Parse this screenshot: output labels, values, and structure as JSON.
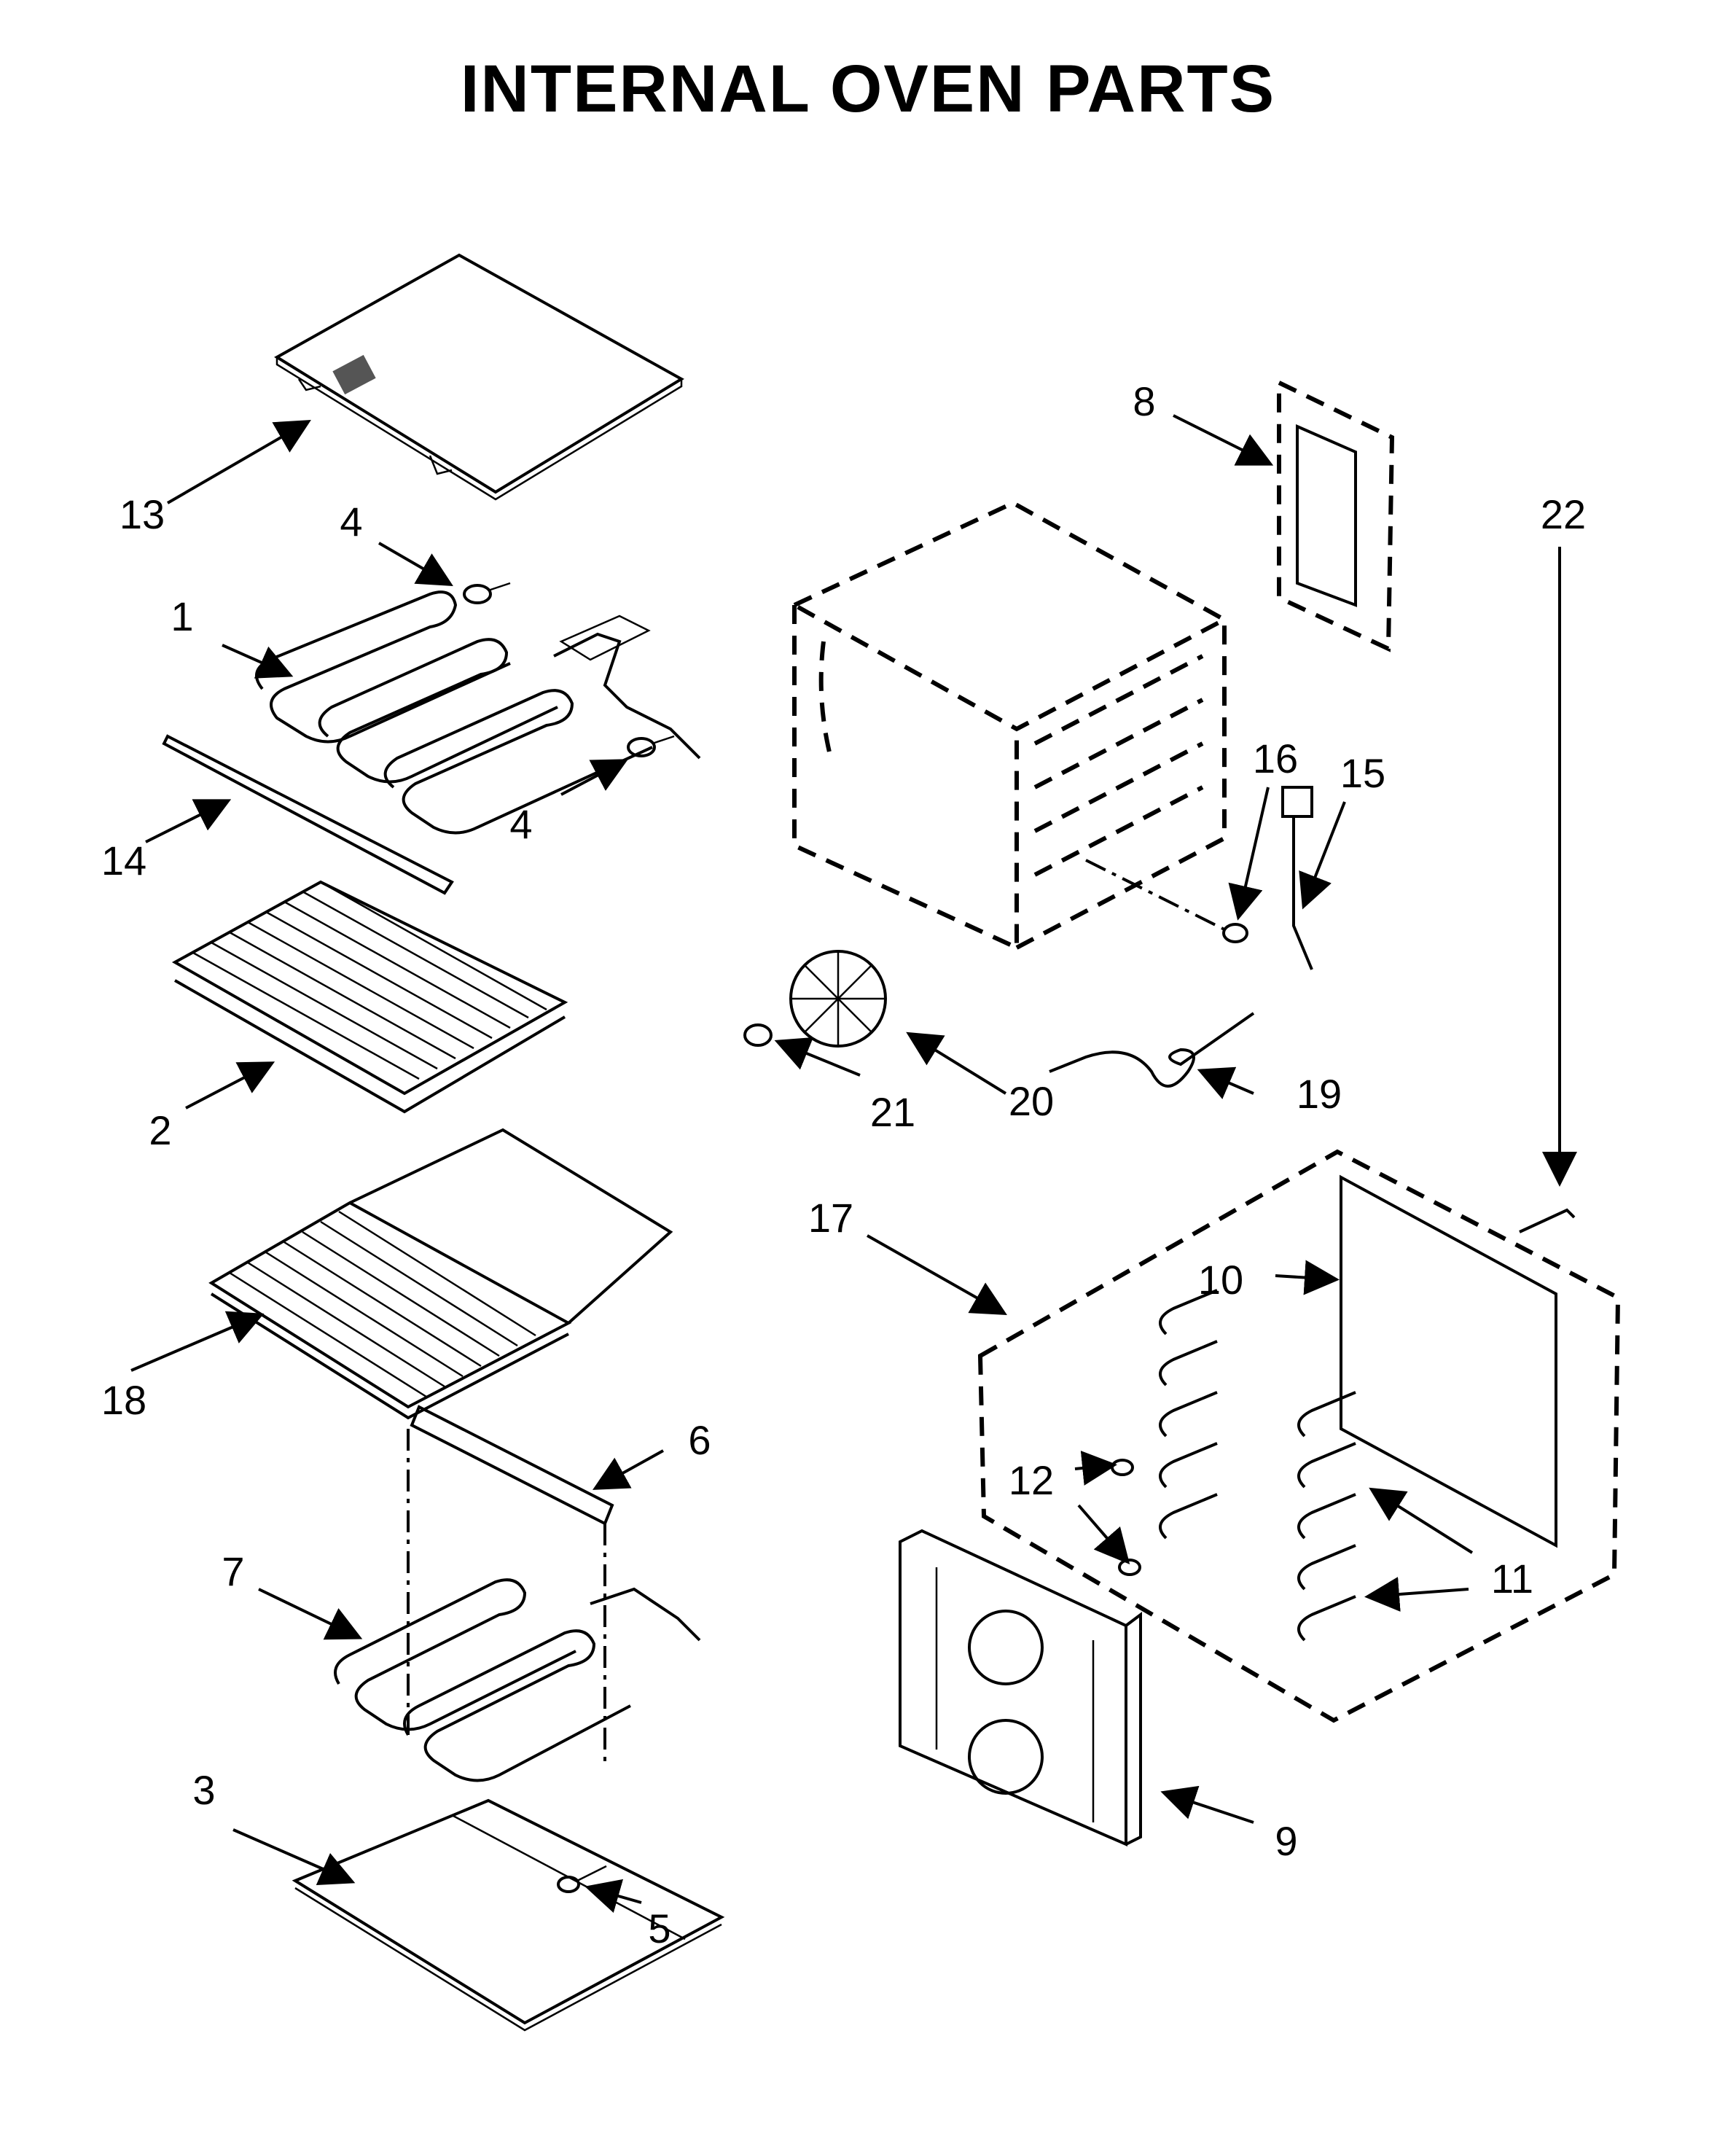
{
  "title": "INTERNAL OVEN PARTS",
  "parts": [
    {
      "id": "p1",
      "label": "1"
    },
    {
      "id": "p2",
      "label": "2"
    },
    {
      "id": "p3",
      "label": "3"
    },
    {
      "id": "p4a",
      "label": "4"
    },
    {
      "id": "p4b",
      "label": "4"
    },
    {
      "id": "p5",
      "label": "5"
    },
    {
      "id": "p6",
      "label": "6"
    },
    {
      "id": "p7",
      "label": "7"
    },
    {
      "id": "p8",
      "label": "8"
    },
    {
      "id": "p9",
      "label": "9"
    },
    {
      "id": "p10",
      "label": "10"
    },
    {
      "id": "p11",
      "label": "11"
    },
    {
      "id": "p12",
      "label": "12"
    },
    {
      "id": "p13",
      "label": "13"
    },
    {
      "id": "p14",
      "label": "14"
    },
    {
      "id": "p15",
      "label": "15"
    },
    {
      "id": "p16",
      "label": "16"
    },
    {
      "id": "p17",
      "label": "17"
    },
    {
      "id": "p18",
      "label": "18"
    },
    {
      "id": "p19",
      "label": "19"
    },
    {
      "id": "p20",
      "label": "20"
    },
    {
      "id": "p21",
      "label": "21"
    },
    {
      "id": "p22",
      "label": "22"
    }
  ]
}
